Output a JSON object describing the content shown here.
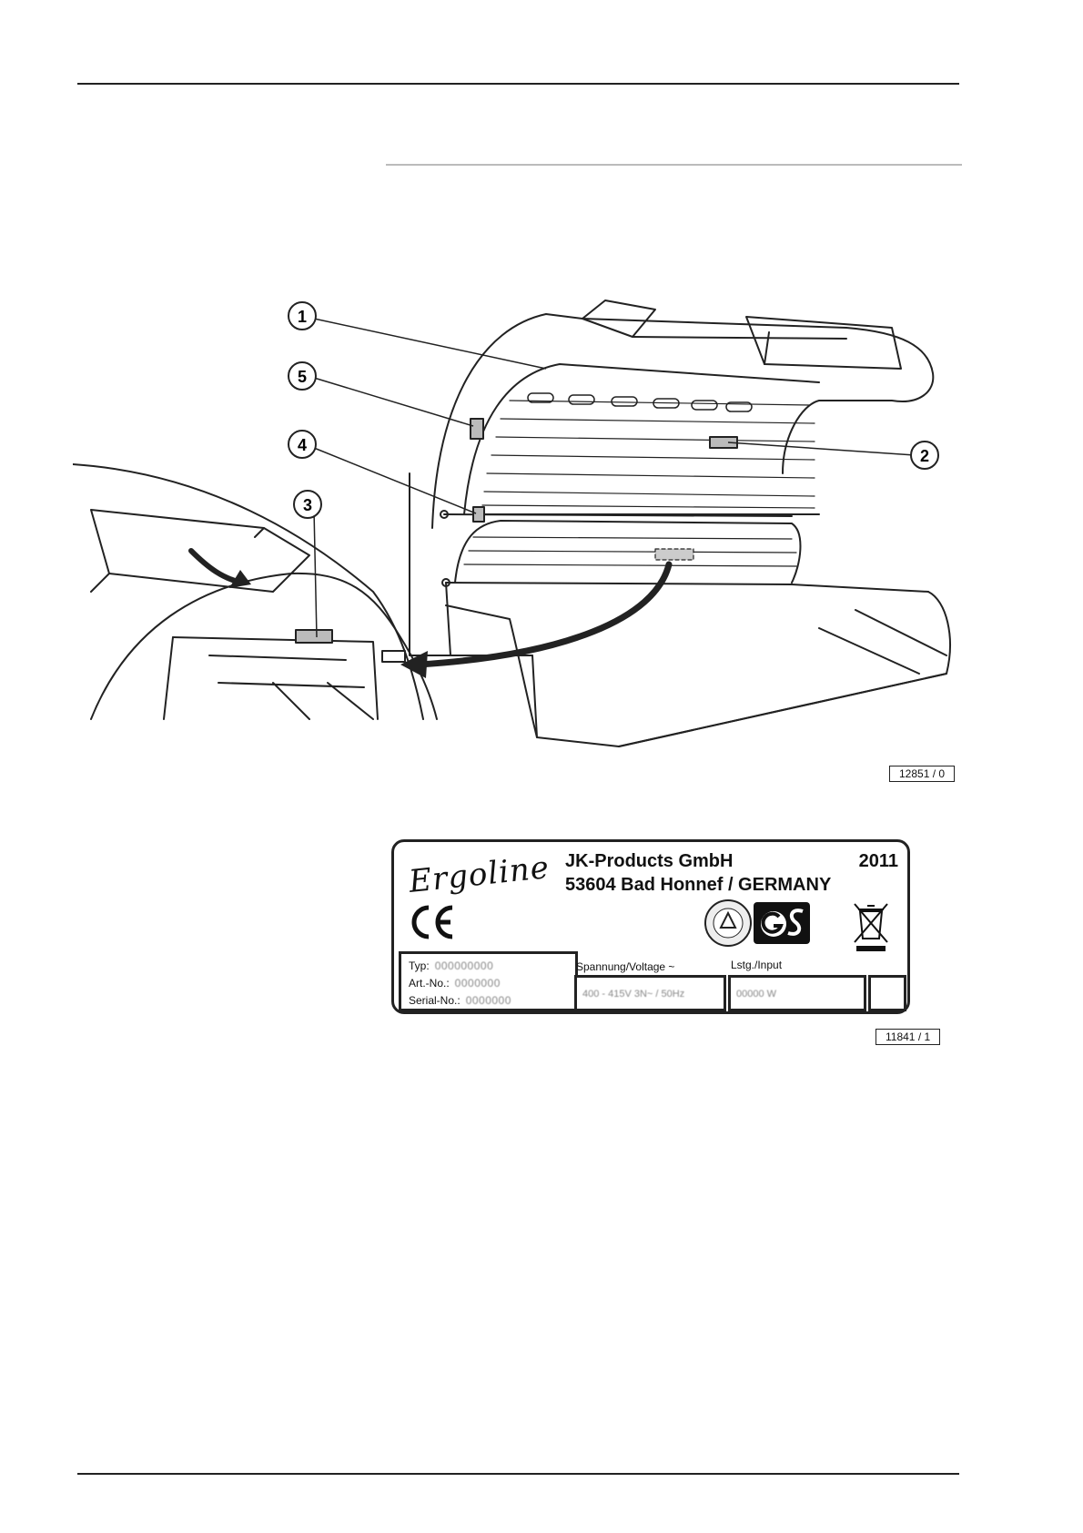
{
  "figure": {
    "callouts": [
      "1",
      "2",
      "3",
      "4",
      "5"
    ],
    "ref": "12851 / 0"
  },
  "type_plate": {
    "brand": "Ergoline",
    "company": "JK-Products GmbH",
    "address": "53604 Bad Honnef / GERMANY",
    "year": "2011",
    "marks": [
      "ce-mark-icon",
      "tuv-gs-seal-icon",
      "weee-bin-icon"
    ],
    "fields": [
      {
        "label": "Typ:",
        "value": "000000000"
      },
      {
        "label": "Art.-No.:",
        "value": "0000000"
      },
      {
        "label": "Serial-No.:",
        "value": "0000000"
      }
    ],
    "voltage": {
      "label": "Spannung/Voltage  ~",
      "value": "400 - 415V  3N~ / 50Hz"
    },
    "input": {
      "label": "Lstg./Input",
      "value": "00000 W"
    },
    "ref": "11841 / 1"
  }
}
